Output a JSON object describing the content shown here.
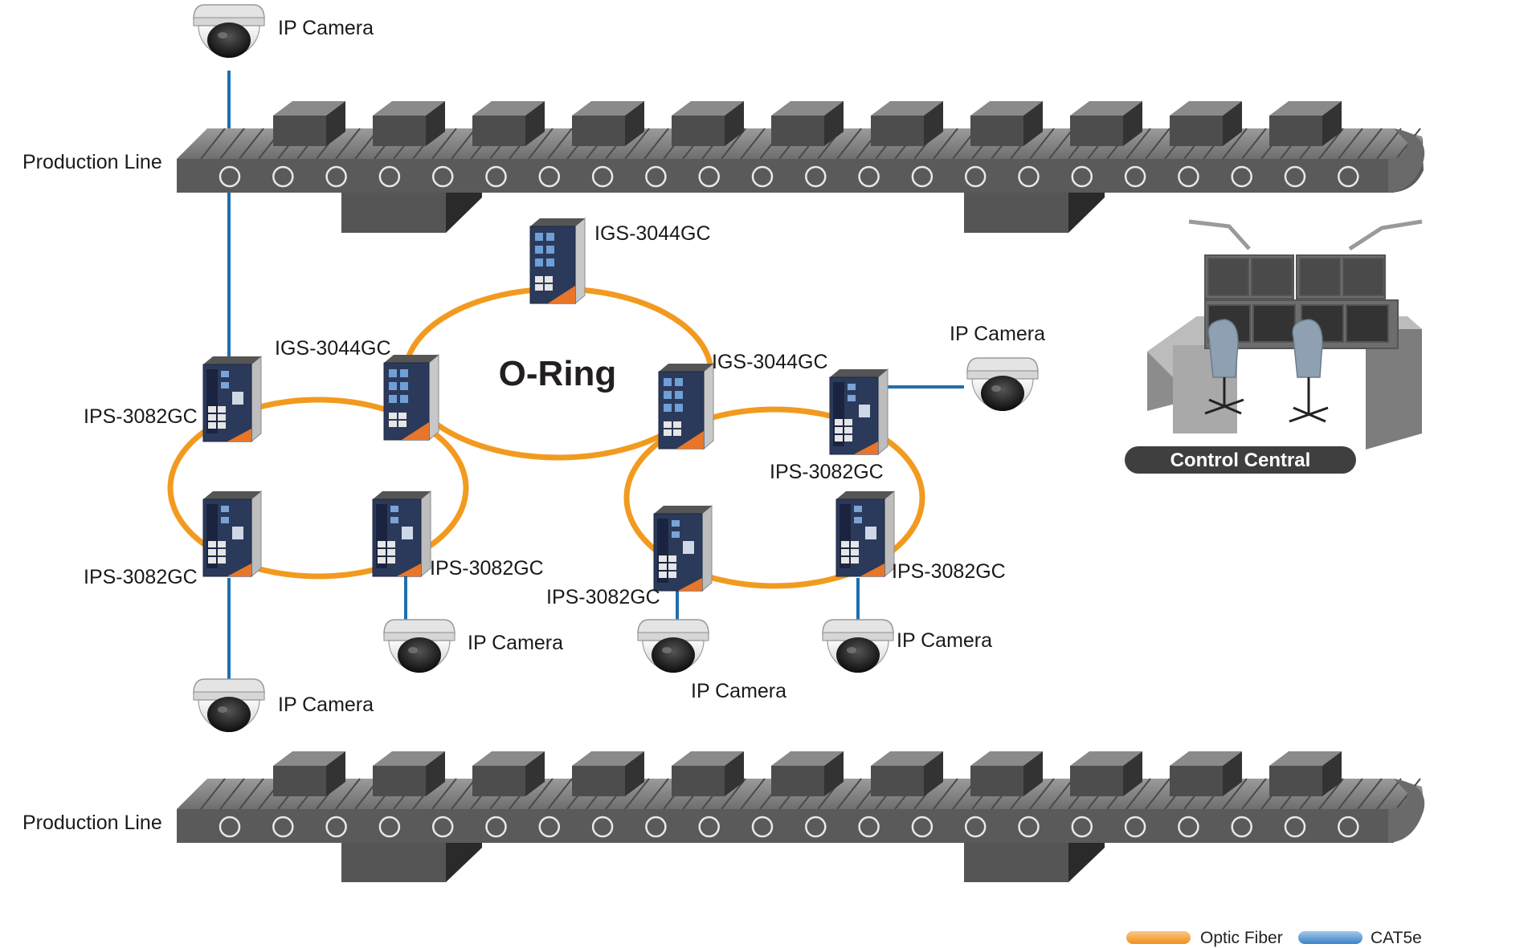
{
  "diagram": {
    "title": "O-Ring",
    "production_lines": [
      {
        "label": "Production Line"
      },
      {
        "label": "Production Line"
      }
    ],
    "control_center": {
      "label": "Control Central"
    },
    "switches": [
      {
        "id": "sw-top",
        "model": "IGS-3044GC"
      },
      {
        "id": "sw-ring-left",
        "model": "IGS-3044GC"
      },
      {
        "id": "sw-ring-right",
        "model": "IGS-3044GC"
      },
      {
        "id": "sw-l-tl",
        "model": "IPS-3082GC"
      },
      {
        "id": "sw-l-bl",
        "model": "IPS-3082GC"
      },
      {
        "id": "sw-l-br",
        "model": "IPS-3082GC"
      },
      {
        "id": "sw-r-tr",
        "model": "IPS-3082GC"
      },
      {
        "id": "sw-r-bl",
        "model": "IPS-3082GC"
      },
      {
        "id": "sw-r-br",
        "model": "IPS-3082GC"
      }
    ],
    "cameras": [
      {
        "id": "cam-top",
        "label": "IP Camera"
      },
      {
        "id": "cam-right",
        "label": "IP Camera"
      },
      {
        "id": "cam-lbr",
        "label": "IP Camera"
      },
      {
        "id": "cam-lbottom",
        "label": "IP Camera"
      },
      {
        "id": "cam-rbl",
        "label": "IP Camera"
      },
      {
        "id": "cam-rbr",
        "label": "IP Camera"
      }
    ],
    "rings": [
      {
        "id": "main-ring",
        "media": "Optic Fiber"
      },
      {
        "id": "left-ring",
        "media": "Optic Fiber"
      },
      {
        "id": "right-ring",
        "media": "Optic Fiber"
      }
    ],
    "links": [
      {
        "from": "cam-top",
        "to": "sw-l-tl",
        "media": "CAT5e"
      },
      {
        "from": "sw-l-bl",
        "to": "cam-lbottom",
        "media": "CAT5e"
      },
      {
        "from": "sw-l-br",
        "to": "cam-lbr",
        "media": "CAT5e"
      },
      {
        "from": "sw-r-tr",
        "to": "cam-right",
        "media": "CAT5e"
      },
      {
        "from": "sw-r-bl",
        "to": "cam-rbl",
        "media": "CAT5e"
      },
      {
        "from": "sw-r-br",
        "to": "cam-rbr",
        "media": "CAT5e"
      }
    ],
    "legend": [
      {
        "label": "Optic Fiber",
        "color": "#f29a1f"
      },
      {
        "label": "CAT5e",
        "color": "#3d86c6"
      }
    ],
    "colors": {
      "fiber": "#f29a1f",
      "cat5e": "#1f6fae",
      "conveyor": "#5a5a5a",
      "box": "#4a4a4a",
      "switch_body": "#2c3e63",
      "switch_accent": "#e8762a"
    },
    "icons": {
      "camera": "dome-camera-icon",
      "switch": "industrial-switch-icon",
      "conveyor": "conveyor-belt-icon",
      "control": "control-room-icon"
    }
  }
}
